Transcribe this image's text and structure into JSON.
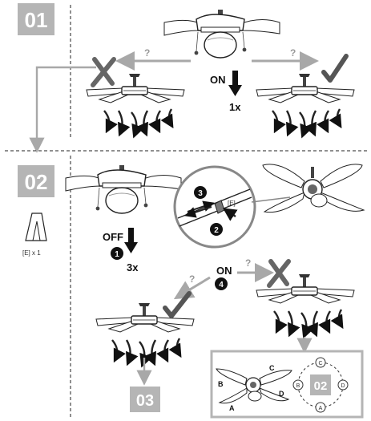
{
  "steps": {
    "step1": "01",
    "step2": "02",
    "step3": "03",
    "step2_small": "02"
  },
  "labels": {
    "on": "ON",
    "off": "OFF",
    "on_step": "ON",
    "count_1x": "1x",
    "count_3x": "3x",
    "question": "?",
    "part_e": "[E]",
    "part_e_qty": "[E] x 1",
    "step_num_1": "1",
    "step_num_2": "2",
    "step_num_3": "3",
    "step_num_4": "4"
  },
  "blades": {
    "a": "A",
    "b": "B",
    "c": "C",
    "d": "D"
  },
  "rotation": {
    "a": "A",
    "b": "B",
    "c": "C",
    "d": "D"
  },
  "colors": {
    "badge_gray": "#b5b5b5",
    "arrow_gray": "#a8a8a8",
    "ink": "#111111",
    "ok_gray": "#555555"
  }
}
